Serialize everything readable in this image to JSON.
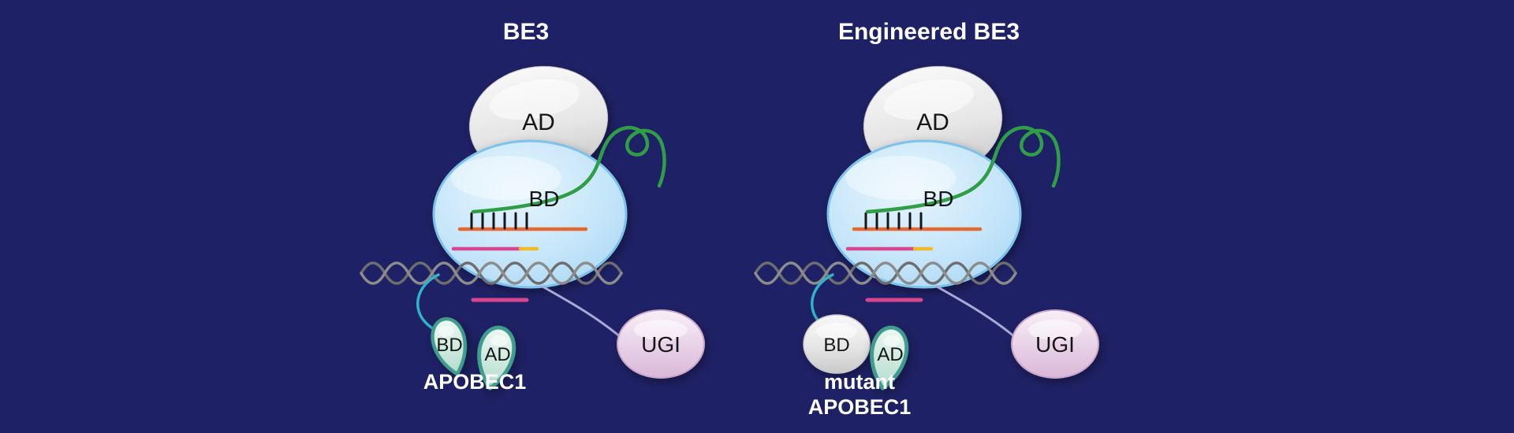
{
  "figure": {
    "background_color": "#1f2166",
    "description_colors": {
      "sgrna_green": "#2f9e46",
      "target_strand_orange": "#e4692e",
      "displaced_strand_pink": "#d8468e",
      "pam_yellow": "#eebc2a",
      "dna_gray_dark": "#6e6e6e",
      "dna_gray_light": "#8c8c8c",
      "linker_cyan": "#2fb3c9",
      "linker_lavender": "#a9a9d6",
      "base_pair_black": "#161616",
      "cas9_blue": "#9ed2f3",
      "apobec_teal": "#3f9d8d",
      "ugi_pink": "#d9b7d8"
    }
  },
  "panels": [
    {
      "title": "BE3",
      "cas9": {
        "ad_label": "AD",
        "bd_label": "BD"
      },
      "apobec": {
        "bd_label": "BD",
        "ad_label": "AD",
        "name_line1": "APOBEC1",
        "name_line2": ""
      },
      "ugi_label": "UGI"
    },
    {
      "title": "Engineered BE3",
      "cas9": {
        "ad_label": "AD",
        "bd_label": "BD"
      },
      "apobec": {
        "bd_label": "BD",
        "ad_label": "AD",
        "name_line1": "mutant",
        "name_line2": "APOBEC1"
      },
      "ugi_label": "UGI"
    }
  ]
}
